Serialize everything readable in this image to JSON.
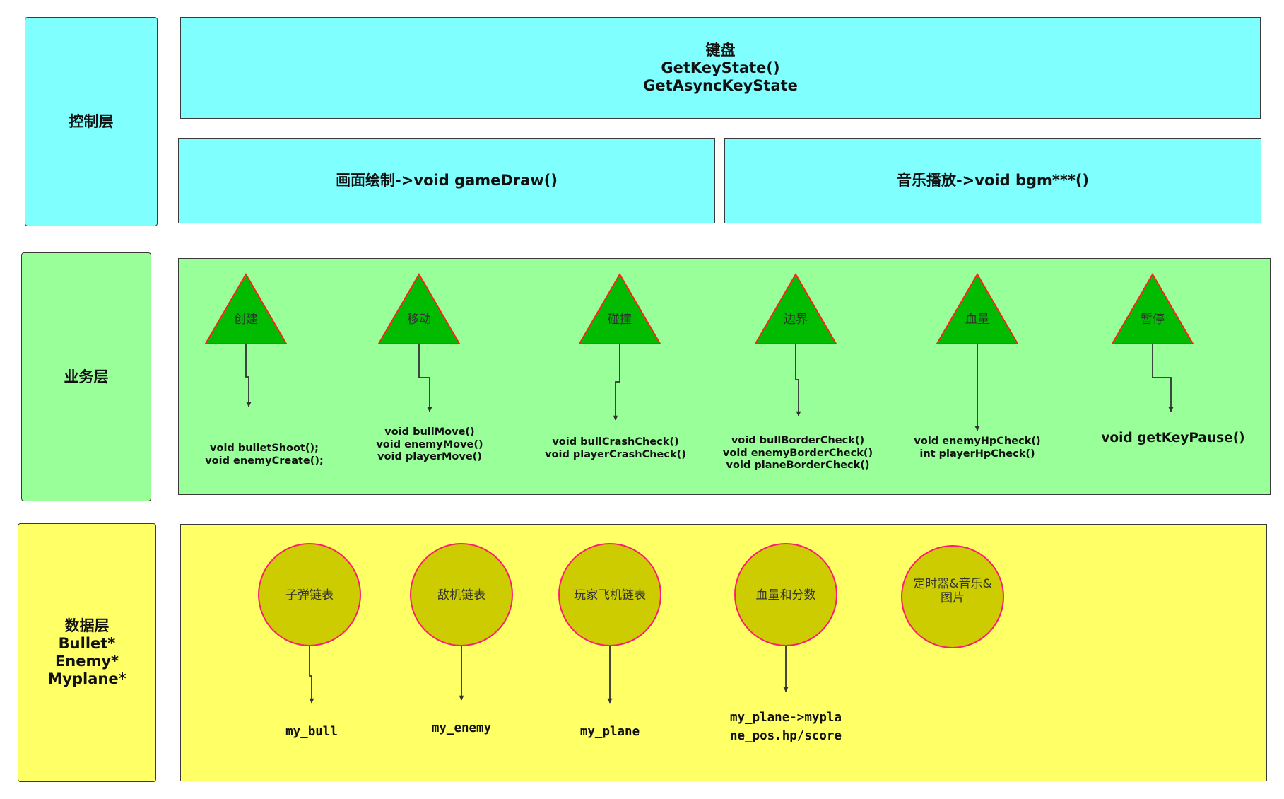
{
  "layers": {
    "control": "控制层",
    "business": "业务层",
    "data": "数据层\nBullet*\nEnemy*\nMyplane*"
  },
  "control": {
    "keyboard": "键盘\nGetKeyState()\nGetAsyncKeyState",
    "draw": "画面绘制->void gameDraw()",
    "music": "音乐播放->void bgm***()"
  },
  "business": {
    "modules": [
      {
        "name": "创建",
        "functions": "void bulletShoot();\nvoid enemyCreate();"
      },
      {
        "name": "移动",
        "functions": "void bullMove()\nvoid enemyMove()\nvoid playerMove()"
      },
      {
        "name": "碰撞",
        "functions": "void bullCrashCheck()\nvoid playerCrashCheck()"
      },
      {
        "name": "边界",
        "functions": "void bullBorderCheck()\nvoid enemyBorderCheck()\nvoid planeBorderCheck()"
      },
      {
        "name": "血量",
        "functions": "void enemyHpCheck()\nint playerHpCheck()"
      },
      {
        "name": "暂停",
        "functions": "void getKeyPause()"
      }
    ]
  },
  "data": {
    "items": [
      {
        "name": "子弹链表",
        "variable": "my_bull"
      },
      {
        "name": "敌机链表",
        "variable": "my_enemy"
      },
      {
        "name": "玩家飞机链表",
        "variable": "my_plane"
      },
      {
        "name": "血量和分数",
        "variable": "my_plane->mypla\nne_pos.hp/score"
      },
      {
        "name": "定时器&音乐&\n图片",
        "variable": ""
      }
    ]
  },
  "colors": {
    "control_fill": "#80ffff",
    "business_fill": "#99ff99",
    "data_fill": "#ffff66",
    "triangle_fill": "#00bb00",
    "triangle_stroke": "#ff2020",
    "circle_fill": "#cccc00",
    "circle_stroke": "#ff1a75"
  }
}
